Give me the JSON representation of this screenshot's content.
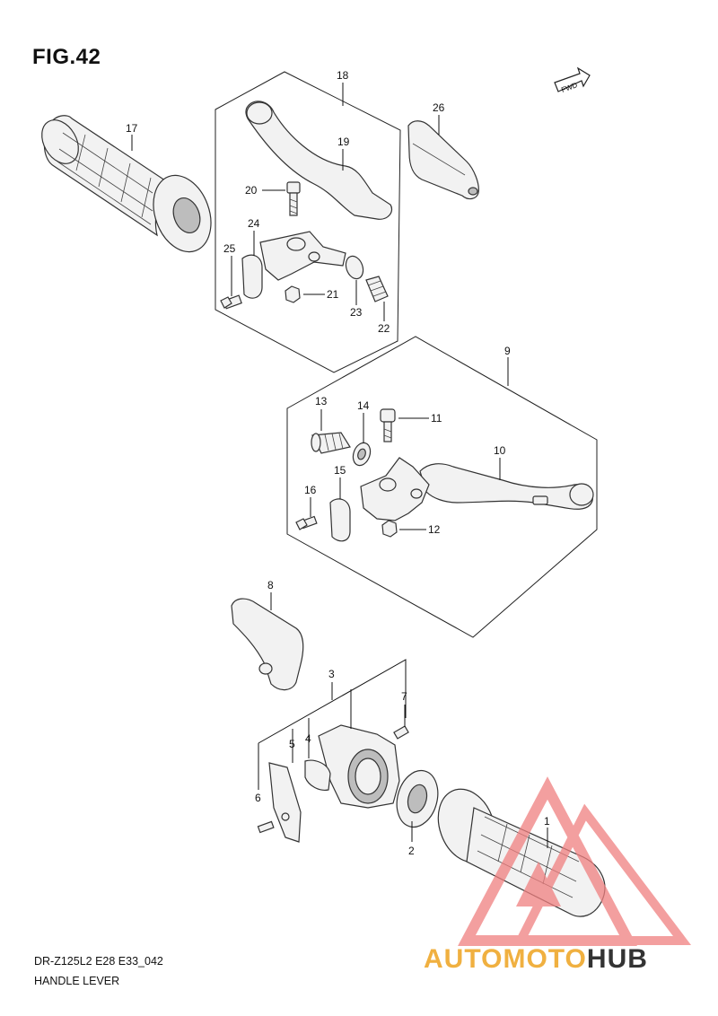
{
  "figure": {
    "title": "FIG.42",
    "model_code": "DR-Z125L2 E28 E33_042",
    "caption": "HANDLE LEVER",
    "fwd_label": "FWD"
  },
  "callouts": [
    {
      "id": "c1",
      "label": "1"
    },
    {
      "id": "c2",
      "label": "2"
    },
    {
      "id": "c3",
      "label": "3"
    },
    {
      "id": "c4",
      "label": "4"
    },
    {
      "id": "c5",
      "label": "5"
    },
    {
      "id": "c6",
      "label": "6"
    },
    {
      "id": "c7",
      "label": "7"
    },
    {
      "id": "c8",
      "label": "8"
    },
    {
      "id": "c9",
      "label": "9"
    },
    {
      "id": "c10",
      "label": "10"
    },
    {
      "id": "c11",
      "label": "11"
    },
    {
      "id": "c12",
      "label": "12"
    },
    {
      "id": "c13",
      "label": "13"
    },
    {
      "id": "c14",
      "label": "14"
    },
    {
      "id": "c15",
      "label": "15"
    },
    {
      "id": "c16",
      "label": "16"
    },
    {
      "id": "c17",
      "label": "17"
    },
    {
      "id": "c18",
      "label": "18"
    },
    {
      "id": "c19",
      "label": "19"
    },
    {
      "id": "c20",
      "label": "20"
    },
    {
      "id": "c21",
      "label": "21"
    },
    {
      "id": "c22",
      "label": "22"
    },
    {
      "id": "c23",
      "label": "23"
    },
    {
      "id": "c24",
      "label": "24"
    },
    {
      "id": "c25",
      "label": "25"
    },
    {
      "id": "c26",
      "label": "26"
    }
  ],
  "watermark": {
    "brand_part1": "AUTOMOTO",
    "brand_part2": "HUB",
    "color_primary": "#f0b040",
    "color_secondary": "#333333",
    "logo_color": "#f08080"
  }
}
